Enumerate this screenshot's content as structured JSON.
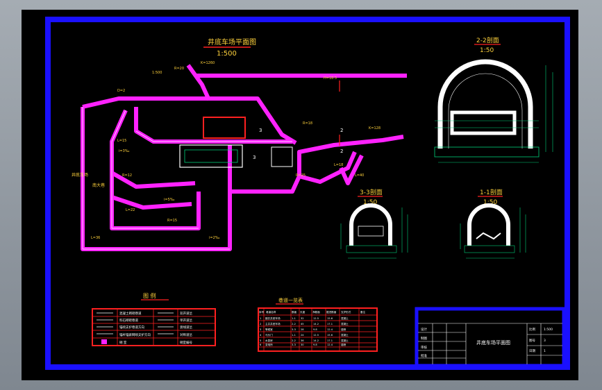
{
  "plan": {
    "title": "井底车场平面图",
    "scale": "1:500",
    "side_label_left": "井\n底\n车\n场",
    "side_label_2": "南\n大\n巷"
  },
  "sections": {
    "s22": {
      "title": "2-2剖面",
      "scale": "1:50"
    },
    "s33": {
      "title": "3-3剖面",
      "scale": "1:50"
    },
    "s11": {
      "title": "1-1剖面",
      "scale": "1:50"
    }
  },
  "legend": {
    "title": "图    例",
    "rows": [
      {
        "desc": "混凝土砌碹巷道",
        "desc2": "双开道岔"
      },
      {
        "desc": "料石砌碹巷道",
        "desc2": "单开道岔"
      },
      {
        "desc": "锚喷支护巷道方向",
        "desc2": "渡线道岔"
      },
      {
        "desc": "锚杆锚索网喷支护方向",
        "desc2": "对称道岔"
      },
      {
        "desc": "硐    室",
        "desc2": "硐室编号"
      }
    ]
  },
  "table": {
    "title": "巷道一览表",
    "header": [
      "序号",
      "巷道名称",
      "断面",
      "长度",
      "净断面",
      "掘进断面",
      "支护形式",
      "备注"
    ],
    "rows": [
      [
        "1",
        "副井井底车场",
        "1-1",
        "32",
        "12.5",
        "15.6",
        "混凝土",
        ""
      ],
      [
        "2",
        "主井井底车场",
        "2-2",
        "45",
        "14.2",
        "17.1",
        "混凝土",
        ""
      ],
      [
        "3",
        "等候室",
        "3-3",
        "28",
        "9.8",
        "12.4",
        "锚喷",
        ""
      ],
      [
        "4",
        "马头门",
        "1-1",
        "24",
        "12.5",
        "15.6",
        "混凝土",
        ""
      ],
      [
        "5",
        "水泵房",
        "2-2",
        "36",
        "14.2",
        "17.1",
        "混凝土",
        ""
      ],
      [
        "6",
        "变电所",
        "3-3",
        "30",
        "9.8",
        "12.4",
        "锚喷",
        ""
      ]
    ]
  },
  "titleblock": {
    "drawing_name": "井底车场平面图",
    "rows_left": [
      "设计",
      "制图",
      "审核",
      "批准"
    ],
    "right_labels": [
      "比例",
      "图号",
      "日期"
    ],
    "right_values": [
      "1:500",
      "3",
      "1"
    ]
  },
  "colors": {
    "frame": "#1a10ff",
    "roadway": "#ff22ff",
    "section_line": "#ffffff",
    "dim": "#00d07a",
    "annot": "#ffd23c",
    "grid_red": "#ff2020"
  }
}
